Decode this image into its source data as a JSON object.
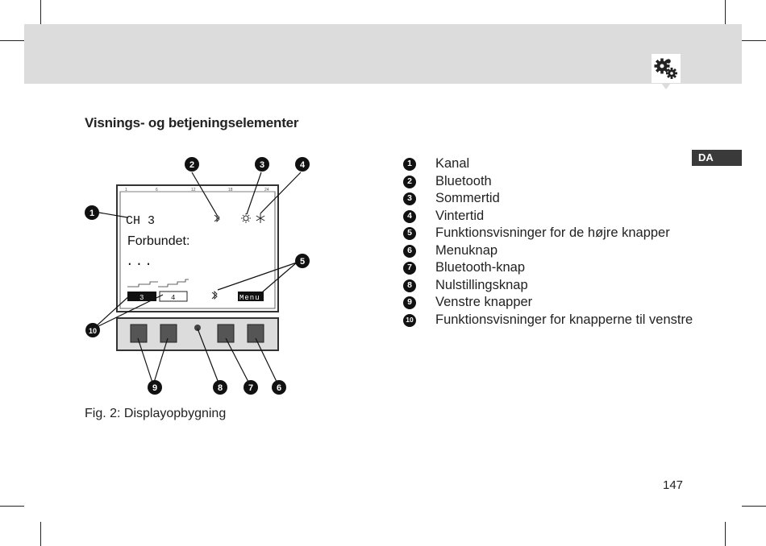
{
  "header": {
    "icon": "gears-icon",
    "band_color": "#dcdcdc"
  },
  "section_title": "Visnings- og betjeningselementer",
  "language_tab": "DA",
  "diagram": {
    "ruler_ticks": [
      "1",
      "6",
      "12",
      "18",
      "24"
    ],
    "display_lines": {
      "channel": "CH 3",
      "status": "Forbundet:",
      "dots": "..."
    },
    "left_button_labels": [
      "3",
      "4"
    ],
    "menu_label": "Menu",
    "callouts": [
      "1",
      "2",
      "3",
      "4",
      "5",
      "6",
      "7",
      "8",
      "9",
      "10"
    ]
  },
  "legend": [
    {
      "num": "1",
      "text": "Kanal"
    },
    {
      "num": "2",
      "text": "Bluetooth"
    },
    {
      "num": "3",
      "text": "Sommertid"
    },
    {
      "num": "4",
      "text": "Vintertid"
    },
    {
      "num": "5",
      "text": "Funktionsvisninger for de højre knapper"
    },
    {
      "num": "6",
      "text": "Menuknap"
    },
    {
      "num": "7",
      "text": "Bluetooth-knap"
    },
    {
      "num": "8",
      "text": "Nulstillingsknap"
    },
    {
      "num": "9",
      "text": "Venstre knapper"
    },
    {
      "num": "10",
      "text": "Funktionsvisninger for knapperne til venstre"
    }
  ],
  "figure_caption": "Fig. 2: Displayopbygning",
  "page_number": "147"
}
